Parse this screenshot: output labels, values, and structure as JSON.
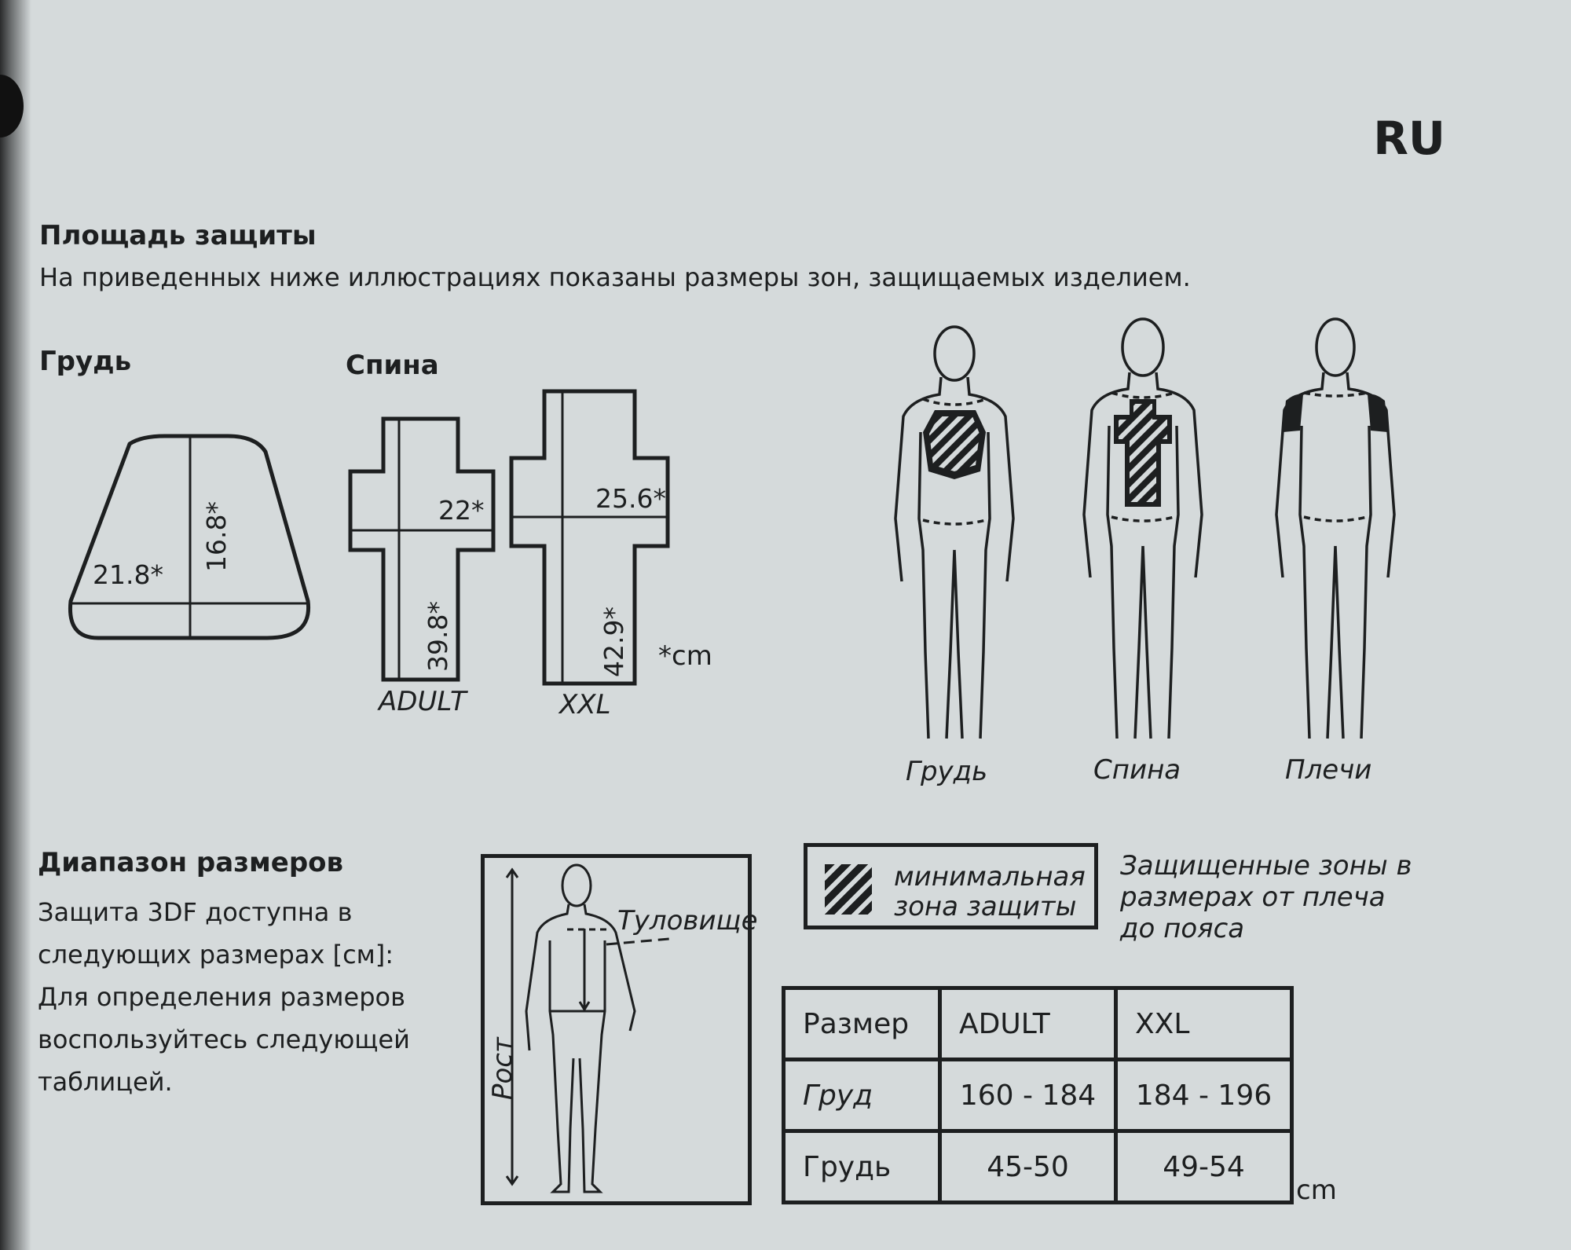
{
  "lang_code": "RU",
  "protection_area": {
    "title": "Площадь защиты",
    "description": "На приведенных ниже иллюстрациях показаны размеры зон, защищаемых изделием."
  },
  "chest_section": {
    "title": "Грудь",
    "width_label": "21.8*",
    "height_label": "16.8*"
  },
  "back_section": {
    "title": "Спина",
    "adult": {
      "width_label": "22*",
      "height_label": "39.8*",
      "size_label": "ADULT"
    },
    "xxl": {
      "width_label": "25.6*",
      "height_label": "42.9*",
      "size_label": "XXL"
    },
    "unit_note": "*cm"
  },
  "figures": {
    "chest_label": "Грудь",
    "back_label": "Спина",
    "shoulders_label": "Плечи"
  },
  "size_range": {
    "title": "Диапазон размеров",
    "lines": [
      "Защита 3DF доступна в",
      "следующих размерах [см]:",
      "Для определения размеров",
      "воспользуйтесь следующей",
      "таблицей."
    ]
  },
  "body_diagram": {
    "torso_label": "Туловище",
    "height_label": "Рост"
  },
  "legend": {
    "hatch_line1": "минимальная",
    "hatch_line2": "зона защиты",
    "note_lines": [
      "Защищенные зоны в",
      "размерах от плеча",
      "до пояса"
    ]
  },
  "size_table": {
    "headers": [
      "Размер",
      "ADULT",
      "XXL"
    ],
    "rows": [
      [
        "Груд",
        "160 - 184",
        "184 - 196"
      ],
      [
        "Грудь",
        "45-50",
        "49-54"
      ]
    ],
    "unit": "cm"
  }
}
